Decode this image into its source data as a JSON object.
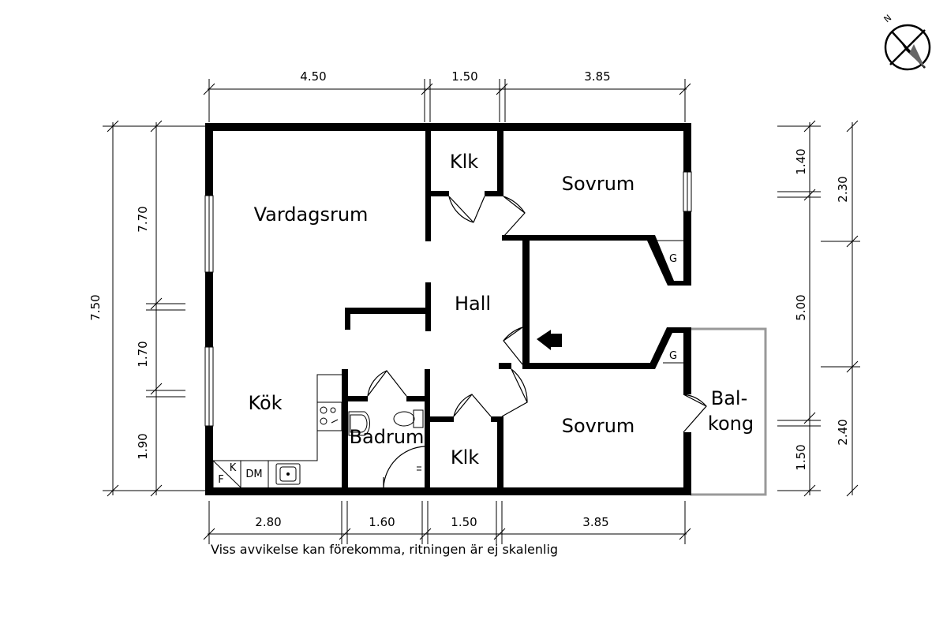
{
  "disclaimer": "Viss avvikelse kan förekomma, ritningen är ej skalenlig",
  "compass_label": "N",
  "rooms": {
    "vardagsrum": "Vardagsrum",
    "klk_top": "Klk",
    "sovrum_top": "Sovrum",
    "hall": "Hall",
    "kok": "Kök",
    "badrum": "Badrum",
    "klk_bottom": "Klk",
    "sovrum_bottom": "Sovrum",
    "balkong_line1": "Bal-",
    "balkong_line2": "kong"
  },
  "fixtures": {
    "wardrobe_top": "G",
    "wardrobe_bottom": "G",
    "freezer": "F",
    "fridge": "K",
    "dishwasher": "DM"
  },
  "dimensions": {
    "top": [
      "4.50",
      "1.50",
      "3.85"
    ],
    "bottom": [
      "2.80",
      "1.60",
      "1.50",
      "3.85"
    ],
    "left_total": "7.50",
    "left_parts": [
      "7.70",
      "1.70",
      "1.90"
    ],
    "right_inner": [
      "1.40",
      "5.00",
      "1.50"
    ],
    "right_outer": [
      "2.30",
      "2.40"
    ]
  }
}
